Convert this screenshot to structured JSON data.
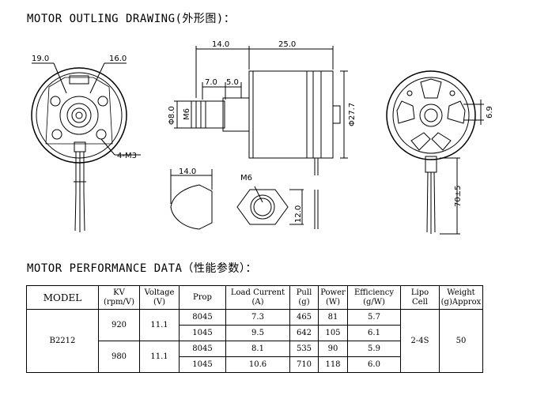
{
  "headings": {
    "outline": "MOTOR OUTLING DRAWING(外形图)：",
    "performance": "MOTOR PERFORMANCE DATA（性能参数）："
  },
  "dimensions": {
    "front_d1": "19.0",
    "front_d2": "16.0",
    "screws": "4-M3",
    "shaft_len": "14.0",
    "body_len": "25.0",
    "step1": "7.0",
    "step2": "5.0",
    "shaft_dia": "Φ8.0",
    "thread": "M6",
    "motor_dia": "Φ27.7",
    "nut_len": "14.0",
    "nut_thread": "M6",
    "nut_height": "12.0",
    "rear_dim": "6.9",
    "wire_len": "70±5"
  },
  "table": {
    "headers": {
      "model": "MODEL",
      "kv": "KV",
      "kv_unit": "(rpm/V)",
      "voltage": "Voltage",
      "voltage_unit": "(V)",
      "prop": "Prop",
      "load": "Load Current",
      "load_unit": "(A)",
      "pull": "Pull",
      "pull_unit": "(g)",
      "power": "Power",
      "power_unit": "(W)",
      "efficiency": "Efficiency",
      "efficiency_unit": "(g/W)",
      "lipo": "Lipo",
      "lipo_unit": "Cell",
      "weight": "Weight",
      "weight_unit": "(g)Approx"
    },
    "model": "B2212",
    "lipo_cell": "2-4S",
    "weight": "50",
    "groups": [
      {
        "kv": "920",
        "voltage": "11.1",
        "rows": [
          {
            "prop": "8045",
            "load": "7.3",
            "pull": "465",
            "power": "81",
            "efficiency": "5.7"
          },
          {
            "prop": "1045",
            "load": "9.5",
            "pull": "642",
            "power": "105",
            "efficiency": "6.1"
          }
        ]
      },
      {
        "kv": "980",
        "voltage": "11.1",
        "rows": [
          {
            "prop": "8045",
            "load": "8.1",
            "pull": "535",
            "power": "90",
            "efficiency": "5.9"
          },
          {
            "prop": "1045",
            "load": "10.6",
            "pull": "710",
            "power": "118",
            "efficiency": "6.0"
          }
        ]
      }
    ]
  }
}
